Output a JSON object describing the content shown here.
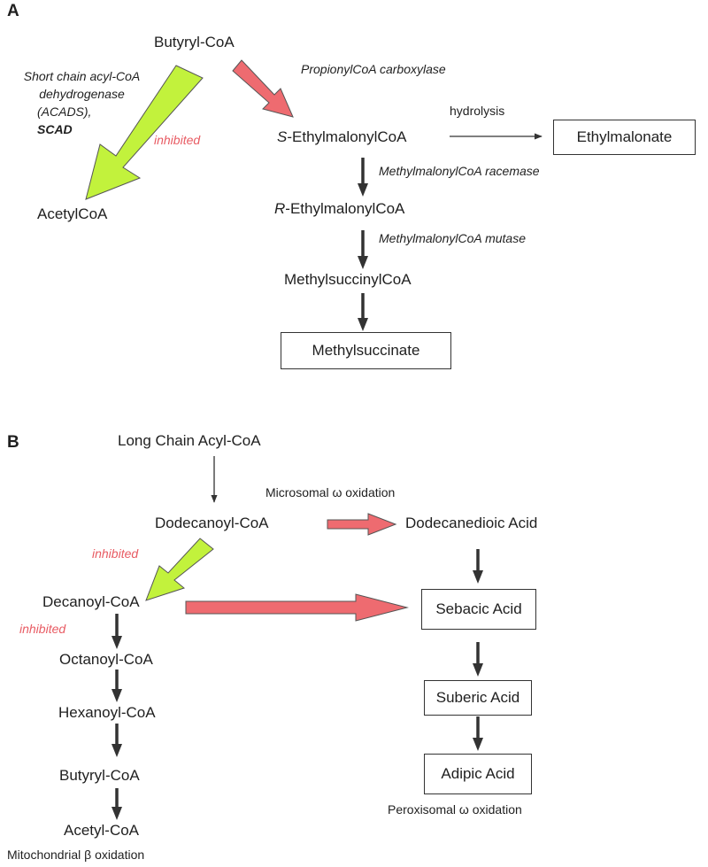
{
  "panelA": {
    "label": "A",
    "butyryl": "Butyryl-CoA",
    "acads_line1": "Short chain acyl-CoA",
    "acads_line2": "dehydrogenase",
    "acads_line3": "(ACADS),",
    "scad": "SCAD",
    "inhibited": "inhibited",
    "acetyl": "AcetylCoA",
    "propionyl_enzyme": "PropionylCoA carboxylase",
    "s_prefix": "S",
    "s_ethyl": "-EthylmalonylCoA",
    "hydrolysis": "hydrolysis",
    "ethylmalonate": "Ethylmalonate",
    "racemase": "MethylmalonylCoA racemase",
    "r_prefix": "R",
    "r_ethyl": "-EthylmalonylCoA",
    "mutase": "MethylmalonylCoA mutase",
    "methylsuccinyl": "MethylsuccinylCoA",
    "methylsuccinate": "Methylsuccinate"
  },
  "panelB": {
    "label": "B",
    "long_chain": "Long Chain Acyl-CoA",
    "microsomal": "Microsomal ω oxidation",
    "dodecanoyl": "Dodecanoyl-CoA",
    "dodecanedioic": "Dodecanedioic Acid",
    "inhibited_1": "inhibited",
    "decanoyl": "Decanoyl-CoA",
    "inhibited_2": "inhibited",
    "sebacic": "Sebacic Acid",
    "octanoyl": "Octanoyl-CoA",
    "hexanoyl": "Hexanoyl-CoA",
    "suberic": "Suberic Acid",
    "butyryl": "Butyryl-CoA",
    "adipic": "Adipic Acid",
    "peroxisomal": "Peroxisomal ω oxidation",
    "acetyl": "Acetyl-CoA",
    "mitochondrial": "Mitochondrial β oxidation"
  },
  "colors": {
    "green_arrow": "#c2f23c",
    "red_arrow": "#ee6b70",
    "dark_arrow": "#333333",
    "inhibited_text": "#e85b63"
  }
}
